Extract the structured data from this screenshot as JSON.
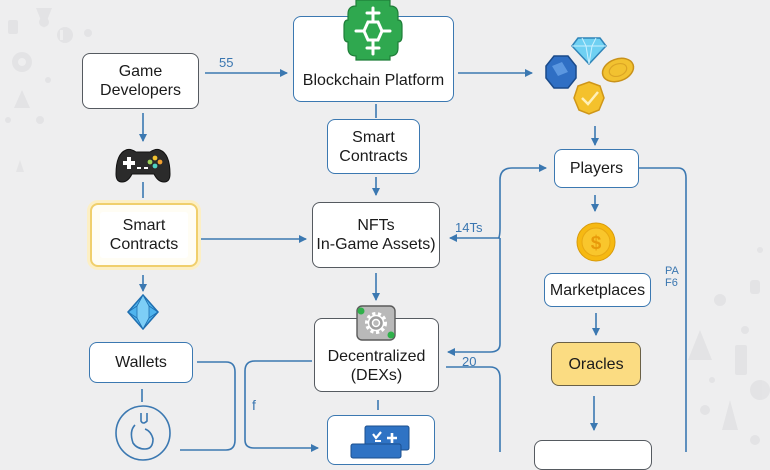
{
  "diagram": {
    "nodes": {
      "game_developers": "Game\nDevelopers",
      "blockchain_platform": "Blockchain Platform",
      "smart_contracts_center": "Smart\nContracts",
      "smart_contracts_left": "Smart\nContracts",
      "nfts": "NFTs\nIn-Game Assets)",
      "players": "Players",
      "marketplaces": "Marketplaces",
      "oracles": "Oracles",
      "wallets": "Wallets",
      "decentralized": "Decentralized\n(DEXs)"
    },
    "edge_labels": {
      "dev_to_platform": "55",
      "players_to_nfts": "14Ts",
      "players_to_dex": "20",
      "wallets_link": "f",
      "players_side_top": "PA",
      "players_side_bottom": "F6"
    },
    "icons": {
      "platform": "blockchain-hexagon-icon",
      "assets": "gems-and-coins-icon",
      "controller": "gamepad-icon",
      "token": "diamond-token-icon",
      "coin": "dollar-coin-icon",
      "gear": "gear-icon",
      "wallet": "wallet-ring-icon",
      "bottom_app": "app-window-icon"
    },
    "colors": {
      "arrow": "#3b78b1",
      "label": "#3a76b0",
      "highlight_yellow": "#fbdc82",
      "platform_green": "#2fa84f"
    }
  }
}
